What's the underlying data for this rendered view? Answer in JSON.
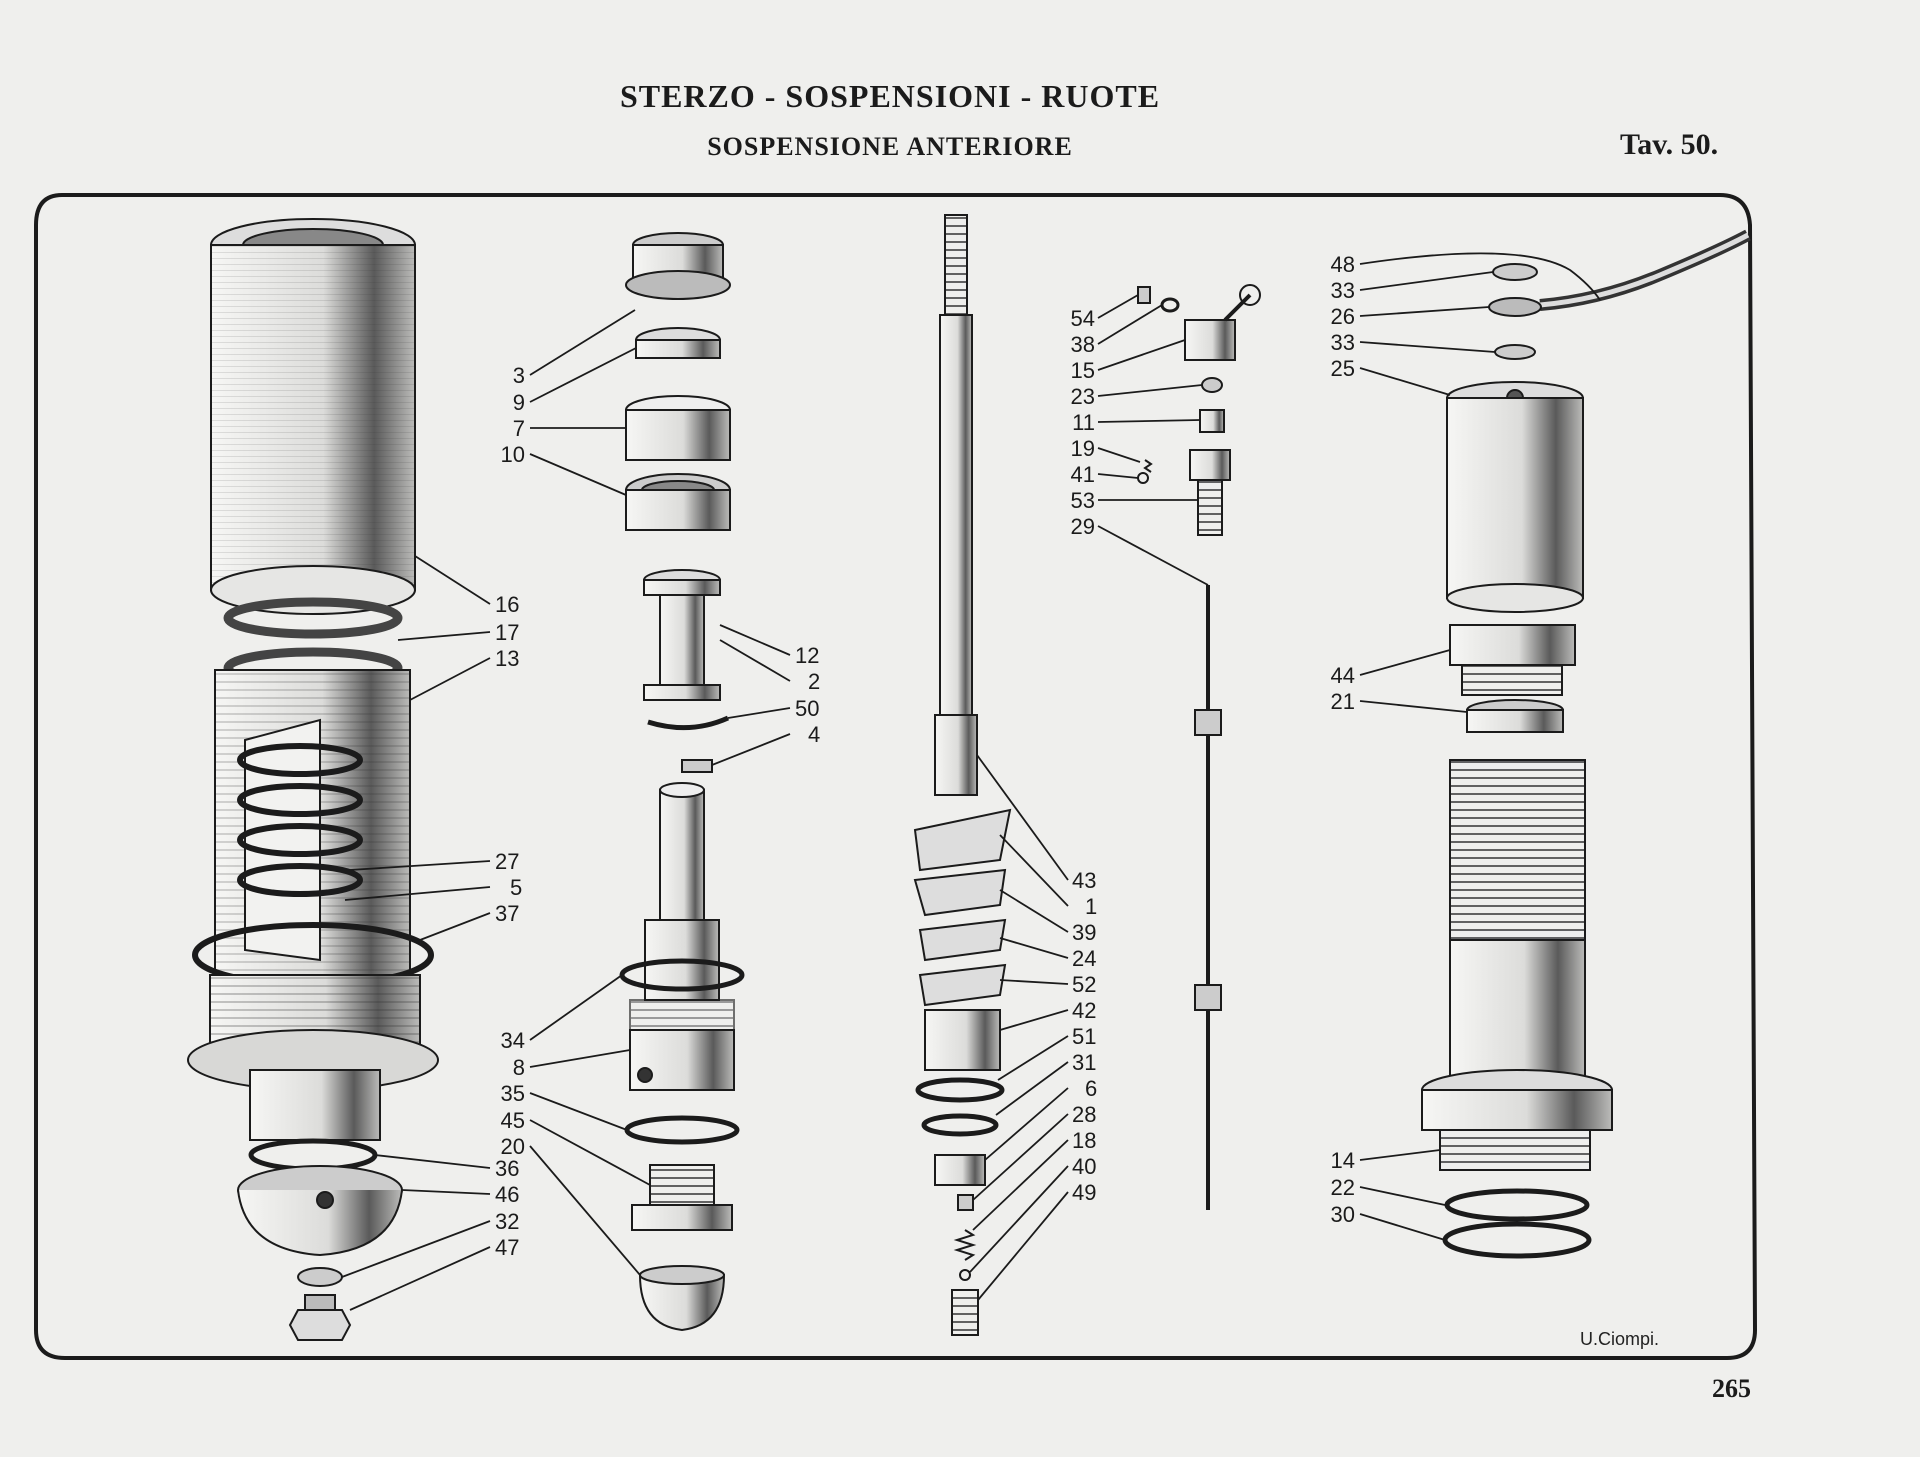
{
  "header": {
    "title": "STERZO - SOSPENSIONI - RUOTE",
    "subtitle": "SOSPENSIONE ANTERIORE",
    "table_ref": "Tav. 50."
  },
  "footer": {
    "page_number": "265"
  },
  "signature": "U.Ciompi.",
  "callouts": {
    "group1": [
      "3",
      "9",
      "7",
      "10",
      "16",
      "17",
      "13",
      "27",
      "5",
      "37",
      "34",
      "8",
      "35",
      "45",
      "20",
      "36",
      "46",
      "32",
      "47"
    ],
    "group2": [
      "12",
      "2",
      "50",
      "4"
    ],
    "group3": [
      "54",
      "38",
      "15",
      "23",
      "11",
      "19",
      "41",
      "53",
      "29"
    ],
    "group4": [
      "43",
      "1",
      "39",
      "24",
      "52",
      "42",
      "51",
      "31",
      "6",
      "28",
      "18",
      "40",
      "49"
    ],
    "group5": [
      "48",
      "33",
      "26",
      "33",
      "25",
      "44",
      "21",
      "14",
      "22",
      "30"
    ]
  },
  "colors": {
    "paper": "#efefed",
    "ink": "#1b1b1b"
  }
}
